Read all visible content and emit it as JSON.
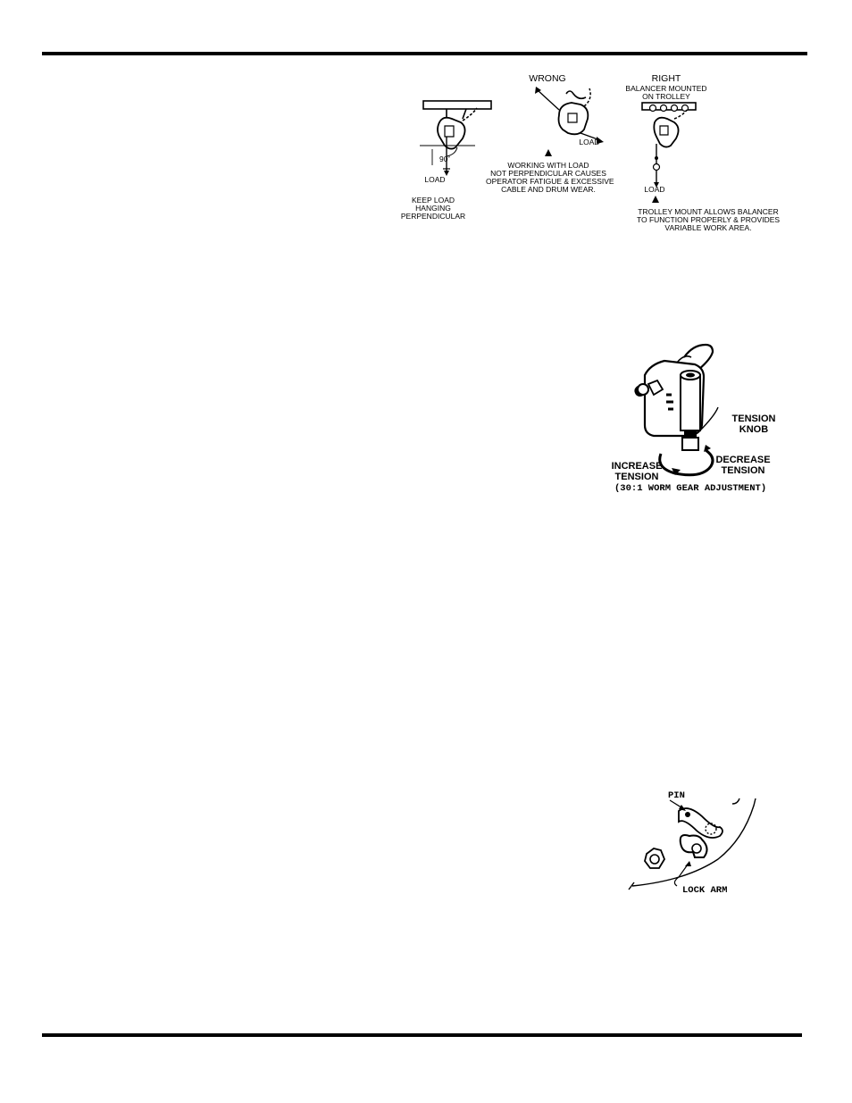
{
  "figure_mounting": {
    "left_panel": {
      "angle_label": "90˚",
      "load_label": "LOAD",
      "caption": [
        "KEEP LOAD",
        "HANGING",
        "PERPENDICULAR"
      ]
    },
    "wrong_panel": {
      "heading": "WRONG",
      "load_label": "LOAD",
      "caption": [
        "WORKING WITH LOAD",
        "NOT PERPENDICULAR CAUSES",
        "OPERATOR FATIGUE & EXCESSIVE",
        "CABLE AND DRUM WEAR."
      ]
    },
    "right_panel": {
      "heading": "RIGHT",
      "subheading": [
        "BALANCER MOUNTED",
        "ON TROLLEY"
      ],
      "load_label": "LOAD",
      "caption": [
        "TROLLEY MOUNT ALLOWS BALANCER",
        "TO FUNCTION PROPERLY & PROVIDES",
        "VARIABLE WORK AREA."
      ]
    }
  },
  "figure_tension": {
    "knob_label": [
      "TENSION",
      "KNOB"
    ],
    "increase_label": [
      "INCREASE",
      "TENSION"
    ],
    "decrease_label": [
      "DECREASE",
      "TENSION"
    ],
    "note": "(30:1 WORM GEAR ADJUSTMENT)"
  },
  "figure_lock": {
    "pin_label": "PIN",
    "lock_arm_label": "LOCK ARM"
  }
}
